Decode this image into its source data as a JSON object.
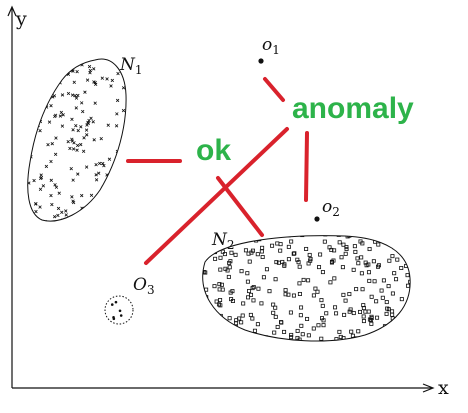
{
  "axes": {
    "x_label": "x",
    "y_label": "y"
  },
  "clusters": {
    "n1": {
      "label": "N",
      "sub": "1",
      "marker": "cross",
      "count": 190
    },
    "n2": {
      "label": "N",
      "sub": "2",
      "marker": "square",
      "count": 300
    }
  },
  "outliers": {
    "o1": {
      "label": "o",
      "sub": "1"
    },
    "o2": {
      "label": "o",
      "sub": "2"
    },
    "o3": {
      "label": "O",
      "sub": "3",
      "marker": "dot",
      "count": 6
    }
  },
  "annotations": {
    "anomaly": {
      "text": "anomaly",
      "color": "#2db34a"
    },
    "ok": {
      "text": "ok",
      "color": "#2db34a"
    }
  },
  "colors": {
    "line": "#d9222c",
    "ink": "#111111"
  }
}
